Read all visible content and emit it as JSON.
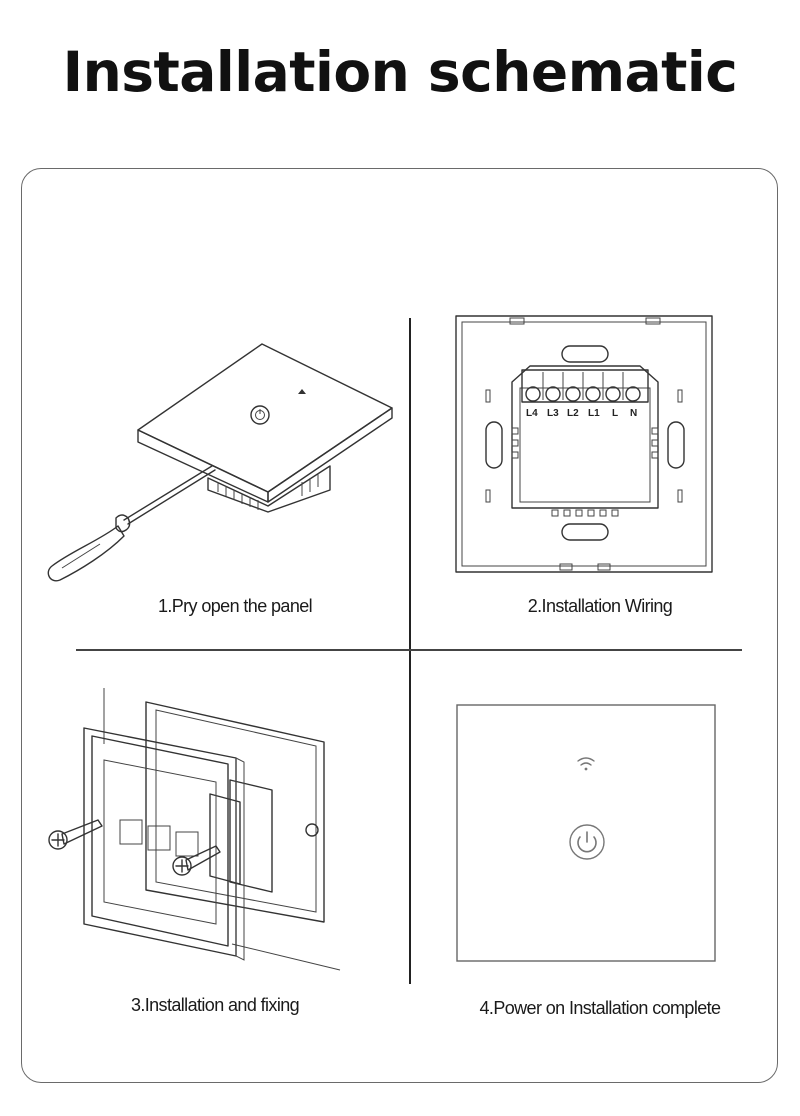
{
  "header": {
    "title": "Installation schematic"
  },
  "steps": [
    {
      "caption": "1.Pry open the panel"
    },
    {
      "caption": "2.Installation Wiring"
    },
    {
      "caption": "3.Installation and fixing"
    },
    {
      "caption": "4.Power on Installation complete"
    }
  ],
  "wiring": {
    "terminals": [
      "L4",
      "L3",
      "L2",
      "L1",
      "L",
      "N"
    ]
  }
}
